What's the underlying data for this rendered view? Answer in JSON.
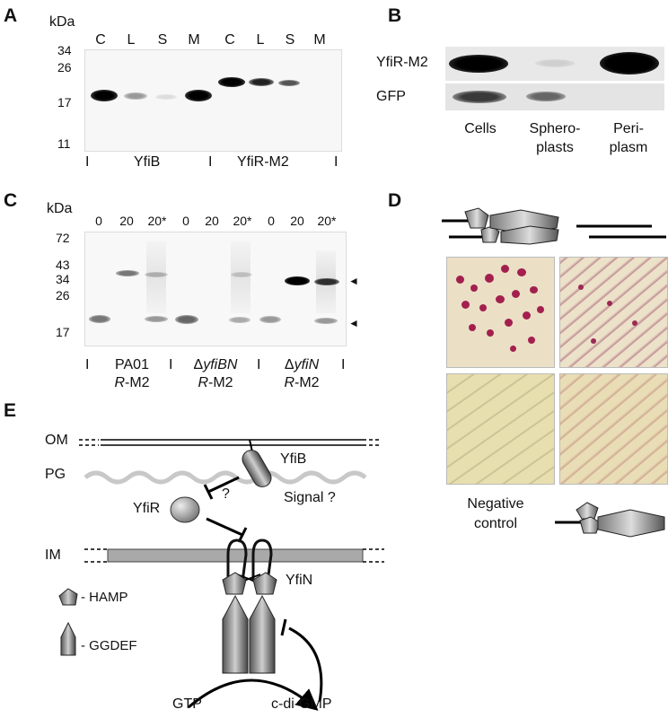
{
  "panelA": {
    "letter": "A",
    "kda": "kDa",
    "markers": [
      "34",
      "26",
      "17",
      "11"
    ],
    "lanes": [
      "C",
      "L",
      "S",
      "M",
      "C",
      "L",
      "S",
      "M"
    ],
    "group1": "YfiB",
    "group2": "YfiR-M2",
    "sep": "I"
  },
  "panelB": {
    "letter": "B",
    "row1": "YfiR-M2",
    "row2": "GFP",
    "col1": "Cells",
    "col2a": "Sphero-",
    "col2b": "plasts",
    "col3a": "Peri-",
    "col3b": "plasm"
  },
  "panelC": {
    "letter": "C",
    "kda": "kDa",
    "markers": [
      "72",
      "43",
      "34",
      "26",
      "17"
    ],
    "lanes": [
      "0",
      "20",
      "20*",
      "0",
      "20",
      "20*",
      "0",
      "20",
      "20*"
    ],
    "sep": "I",
    "g1a": "PA01",
    "g1r": "R",
    "g1s": "-M2",
    "g2d": "Δ",
    "g2i": "yfiBN",
    "g2r": "R",
    "g2s": "-M2",
    "g3d": "Δ",
    "g3i": "yfiN",
    "g3r": "R",
    "g3s": "-M2",
    "arrow": "◄"
  },
  "panelD": {
    "letter": "D",
    "neg1": "Negative",
    "neg2": "control"
  },
  "panelE": {
    "letter": "E",
    "om": "OM",
    "pg": "PG",
    "im": "IM",
    "yfib": "YfiB",
    "yfir": "YfiR",
    "yfin": "YfiN",
    "signal": "Signal ?",
    "q": "?",
    "hamp": "- HAMP",
    "ggdef": "- GGDEF",
    "gtp": "GTP",
    "cdigmp": "c-di-GMP"
  }
}
